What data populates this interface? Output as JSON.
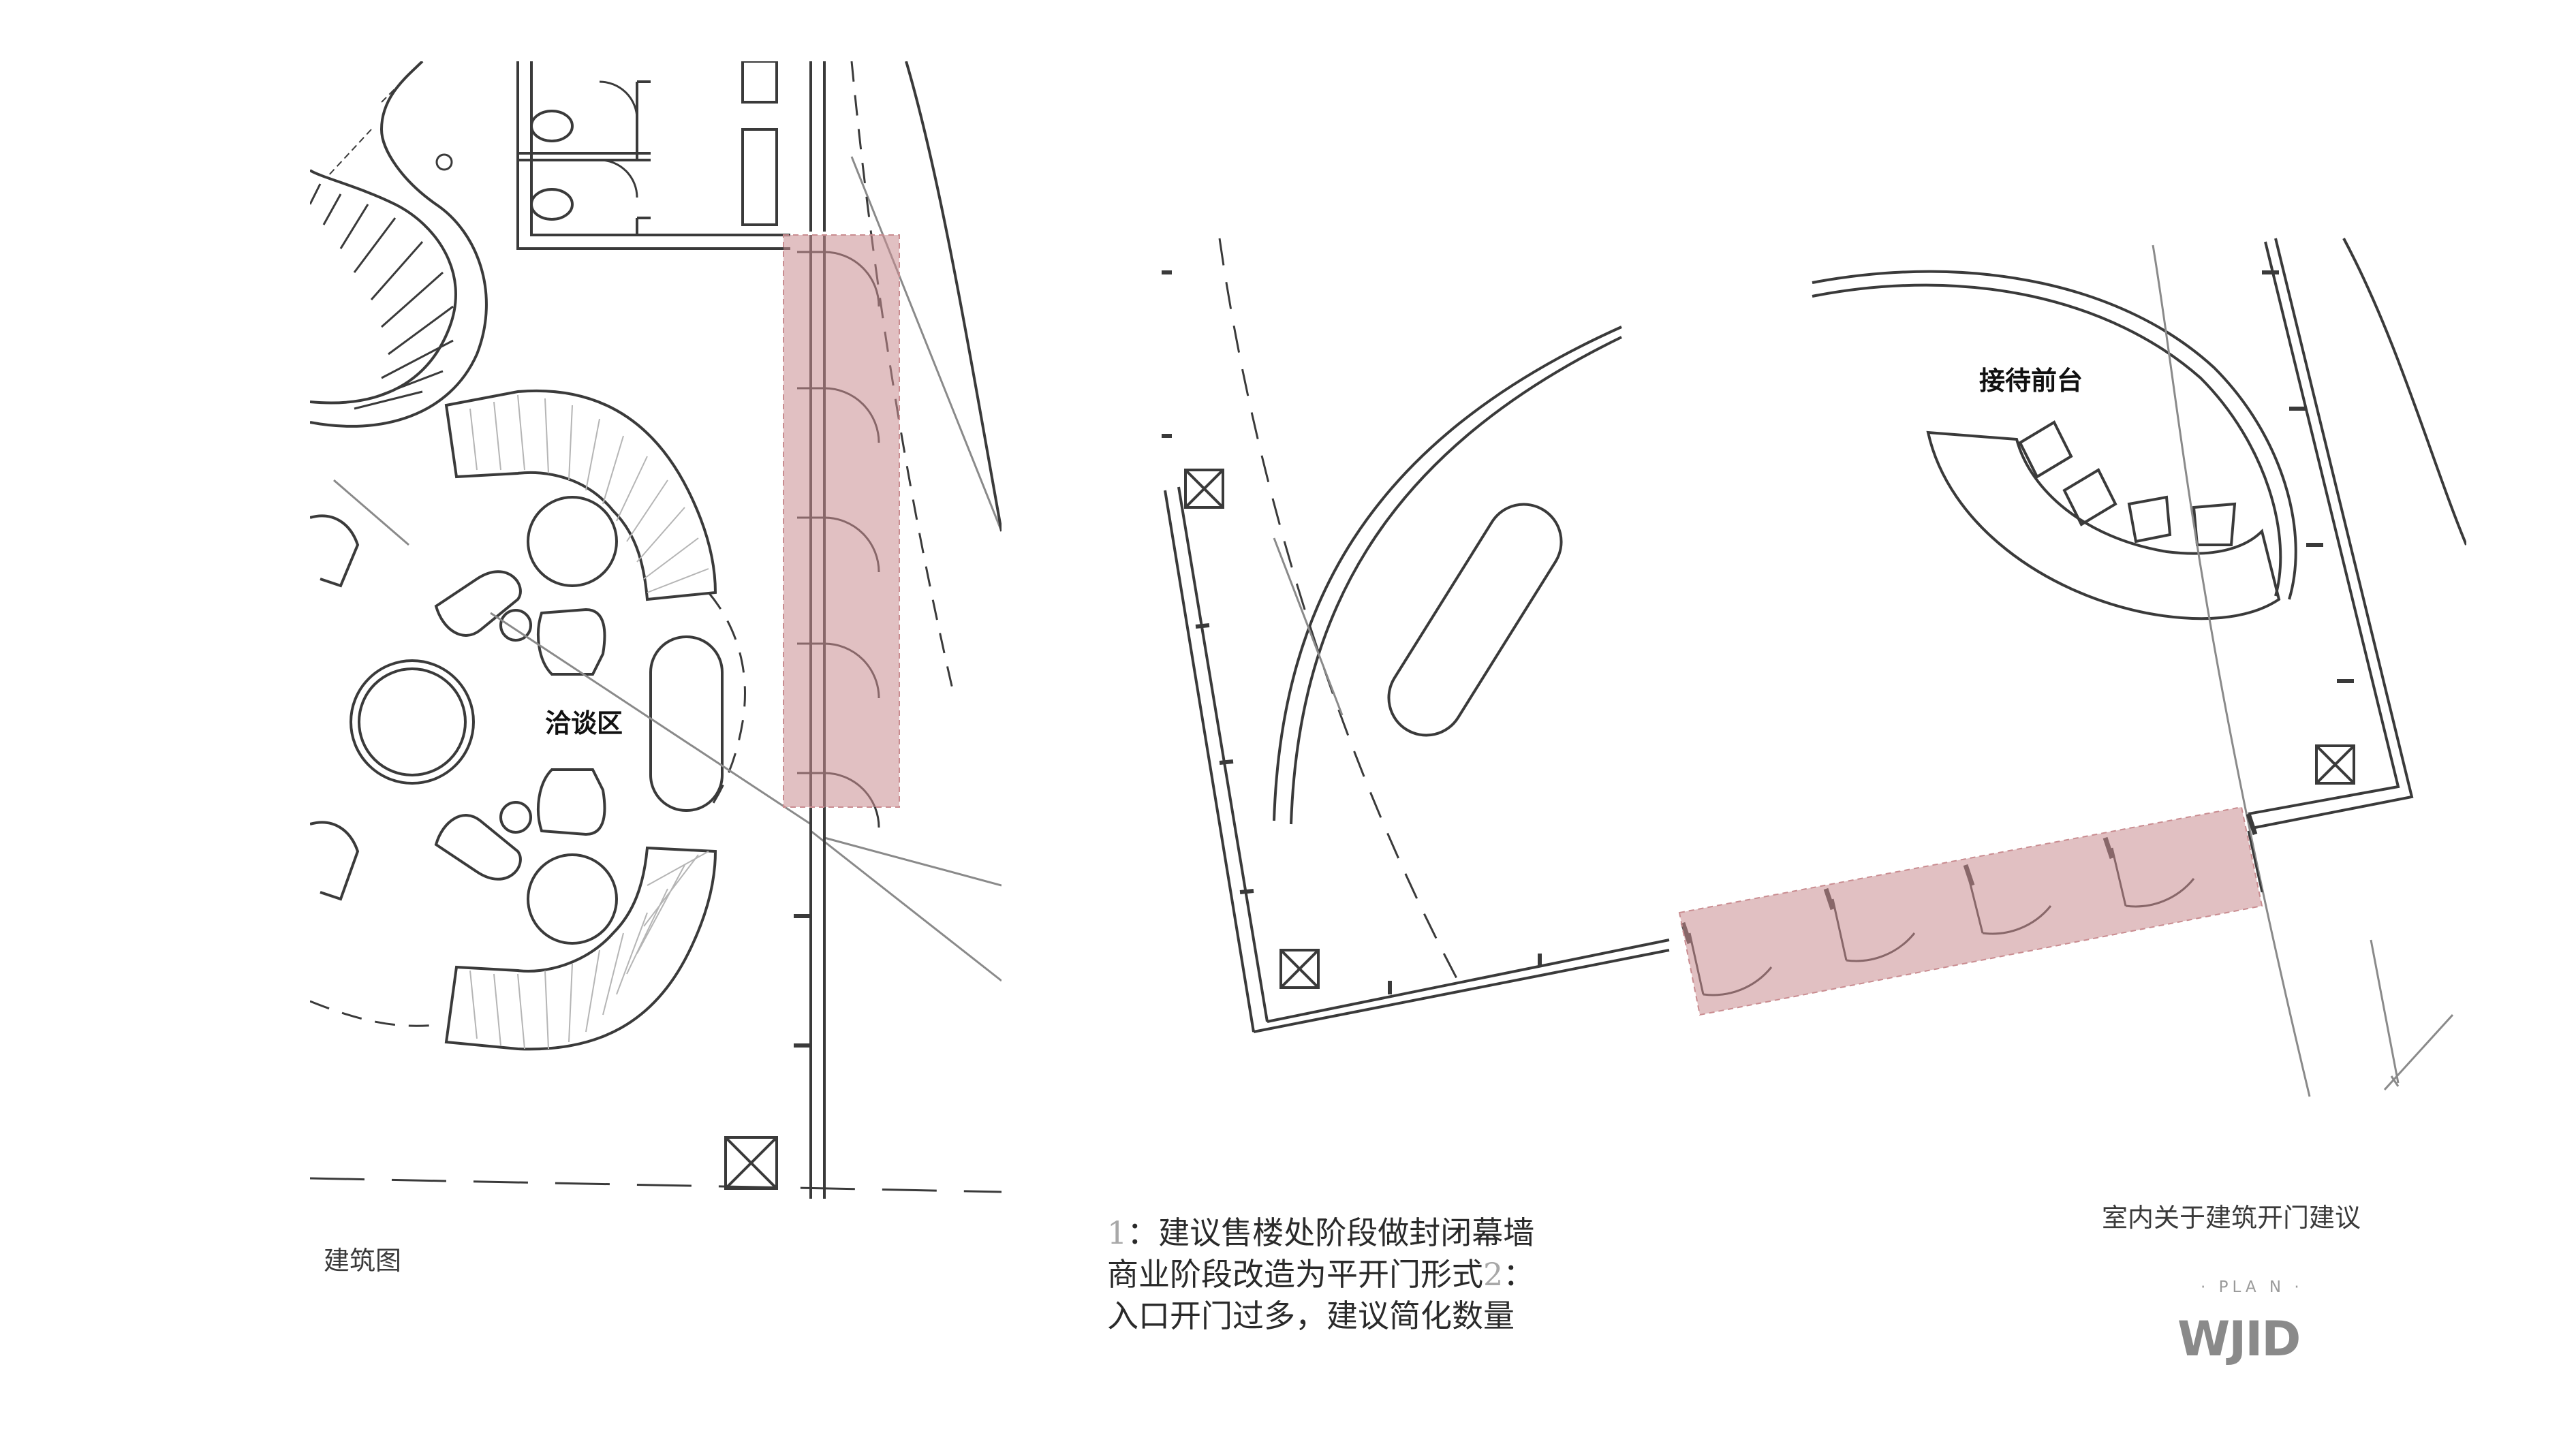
{
  "left_plan": {
    "area_label": "洽谈区",
    "caption": "建筑图"
  },
  "right_plan": {
    "area_label": "接待前台",
    "caption": "室内关于建筑开门建议"
  },
  "notes": {
    "n1": "1",
    "line1": "：建议售楼处阶段做封闭幕墙",
    "line2a": "商业阶段改造为平开门形式",
    "n2": "2",
    "line2b": "：",
    "line3": "入口开门过多，建议简化数量"
  },
  "logo": {
    "sub": "· PLA N ·",
    "main": "WJID"
  },
  "colors": {
    "highlight": "#c98c90",
    "line": "#3a3a3a",
    "text": "#2a2a2a"
  }
}
